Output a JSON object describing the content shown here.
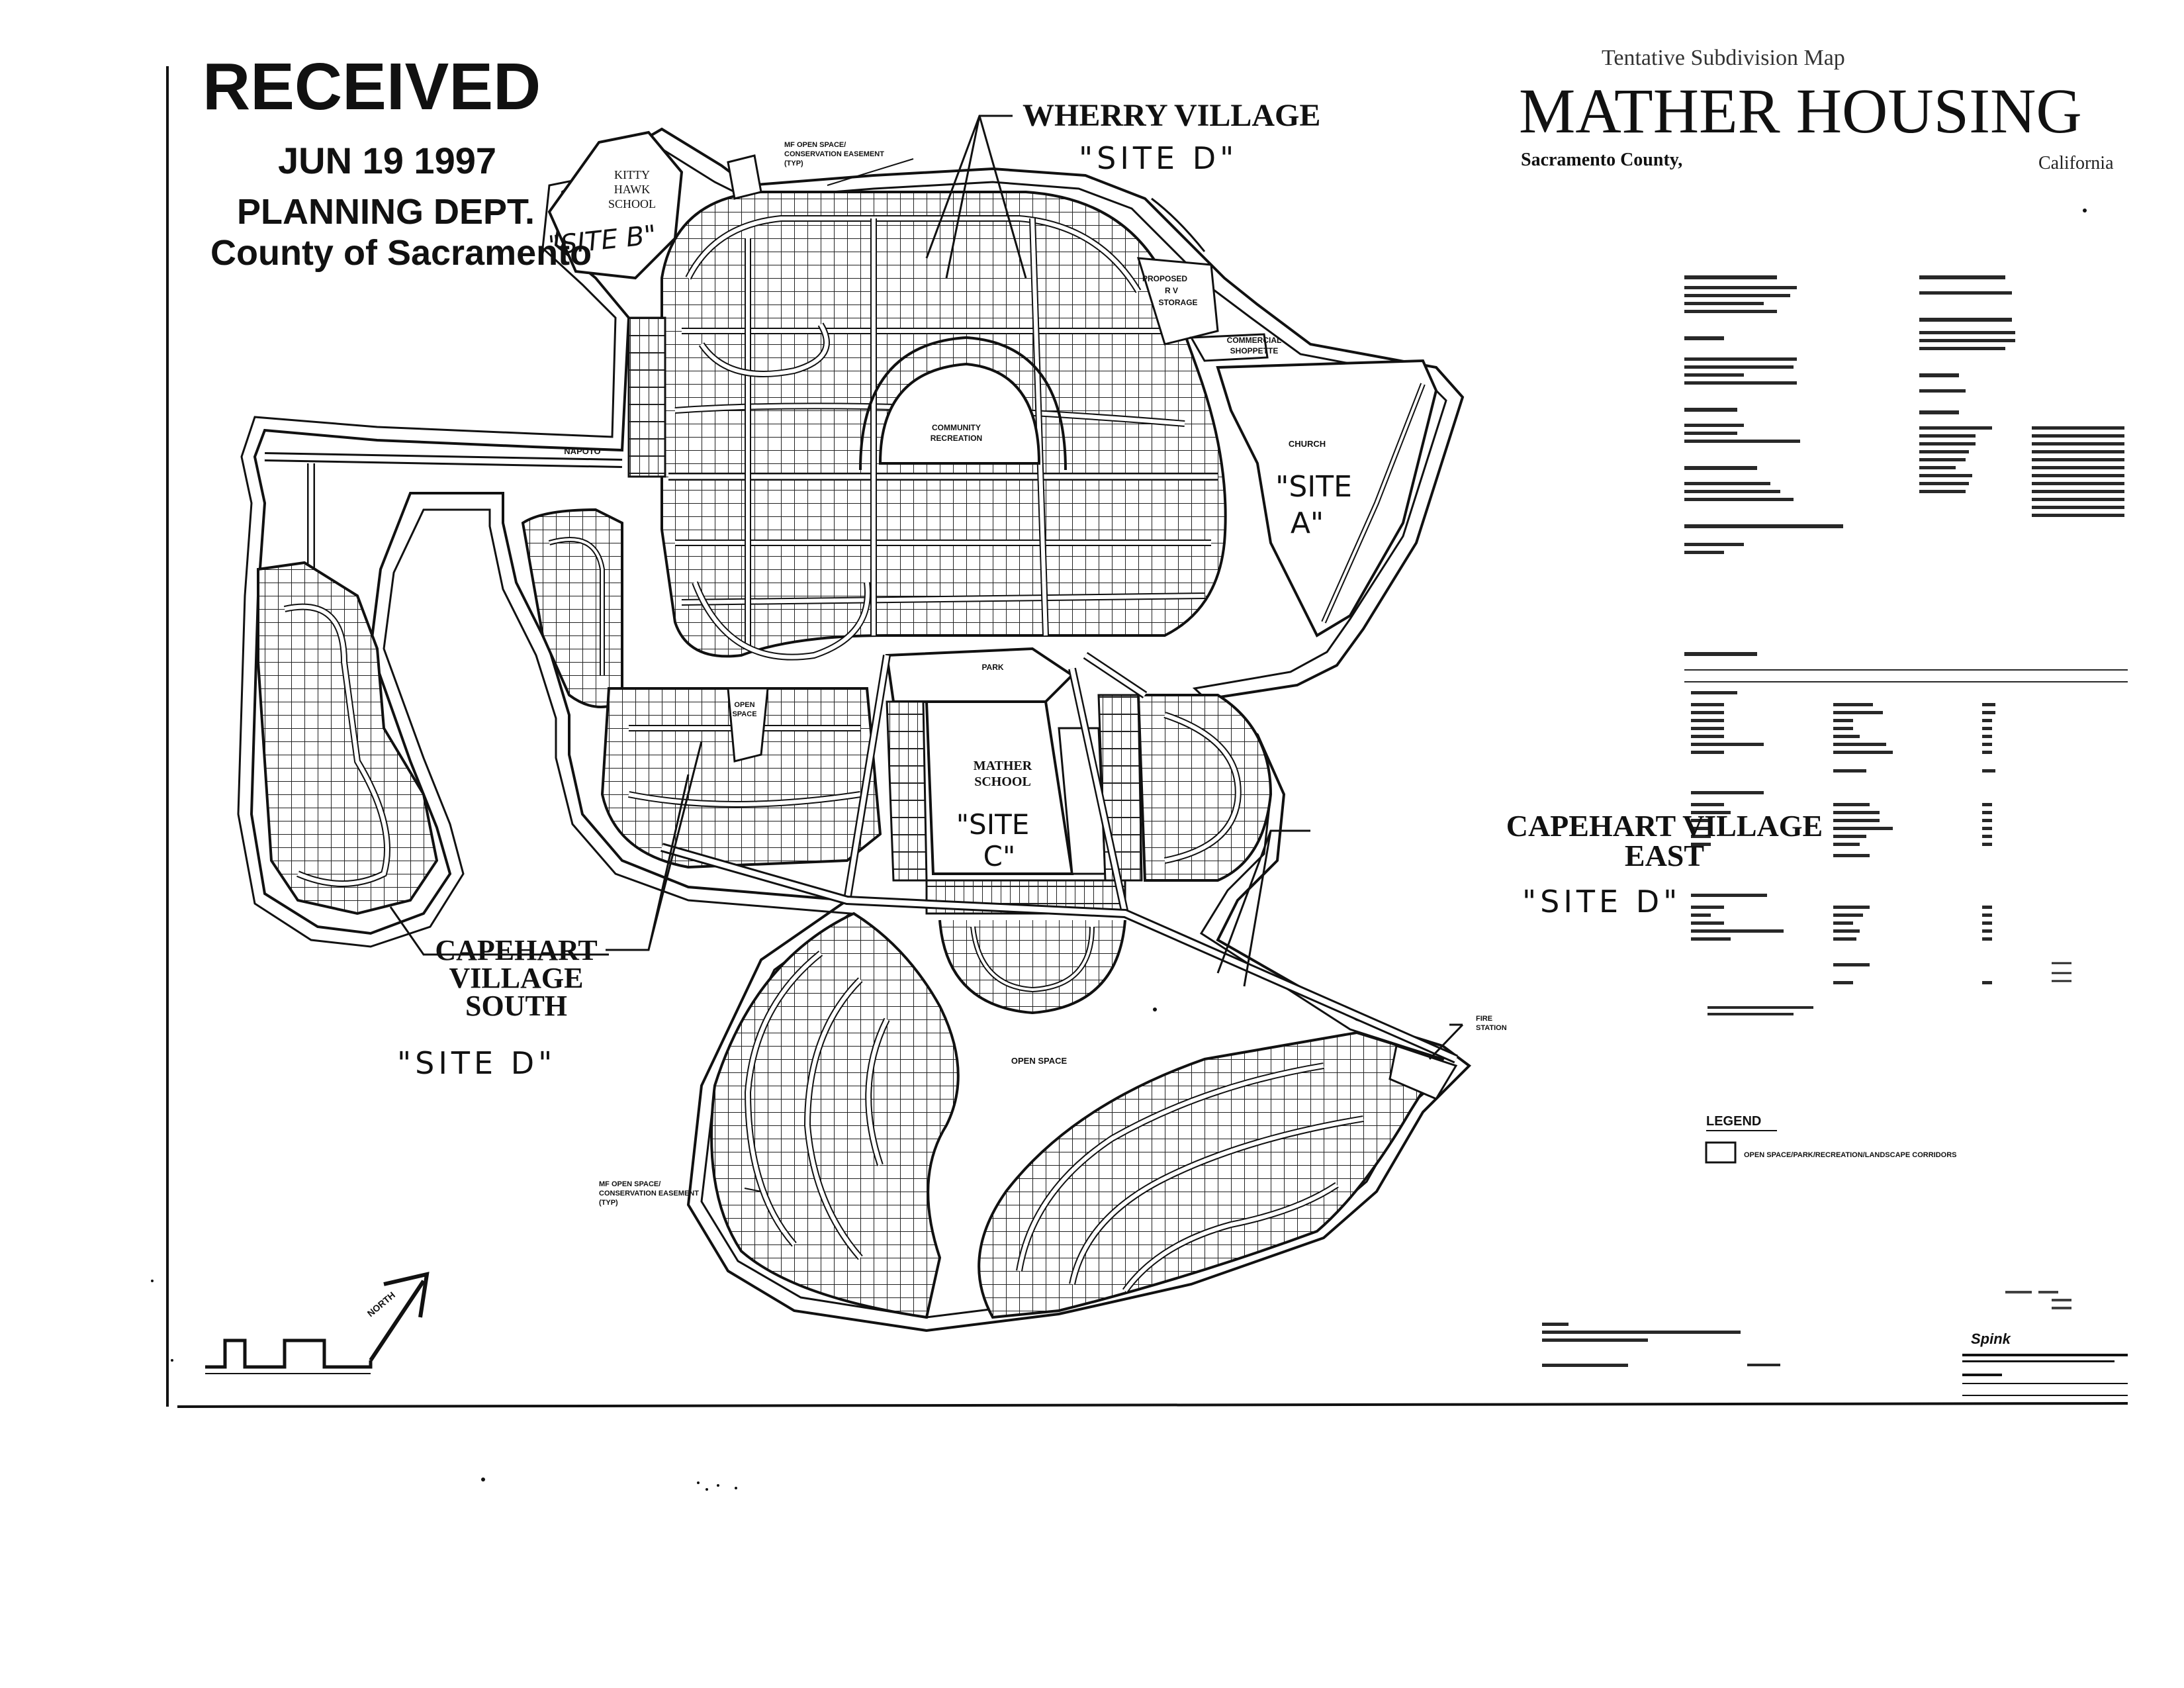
{
  "stamp": {
    "received": "RECEIVED",
    "date": "JUN 19 1997",
    "dept": "PLANNING DEPT.",
    "county": "County of Sacramento"
  },
  "title": {
    "subtitle": "Tentative Subdivision Map",
    "main": "MATHER HOUSING",
    "county": "Sacramento County,",
    "state": "California"
  },
  "labels": {
    "kitty_hawk": [
      "KITTY",
      "HAWK",
      "SCHOOL"
    ],
    "site_b": "\"SITE B\"",
    "wherry": "WHERRY VILLAGE",
    "wherry_site": "\"SITE D\"",
    "open_space_top": [
      "MF OPEN SPACE/",
      "CONSERVATION EASEMENT",
      "(TYP)"
    ],
    "proposed_rv": [
      "PROPOSED",
      "R V",
      "STORAGE"
    ],
    "commercial": [
      "COMMERCIAL",
      "SHOPPETTE"
    ],
    "church": "CHURCH",
    "site_a": [
      "\"SITE",
      "A\""
    ],
    "napoto": "NAPOTO",
    "community_rec": [
      "COMMUNITY",
      "RECREATION"
    ],
    "park": "PARK",
    "open_space_mid": [
      "OPEN",
      "SPACE"
    ],
    "mather_school": [
      "MATHER",
      "SCHOOL"
    ],
    "site_c": [
      "\"SITE",
      "C\""
    ],
    "capehart_east": [
      "CAPEHART VILLAGE",
      "EAST"
    ],
    "capehart_east_site": "\"SITE D\"",
    "capehart_south": [
      "CAPEHART",
      "VILLAGE",
      "SOUTH"
    ],
    "capehart_south_site": "\"SITE D\"",
    "open_space_bottom": "OPEN SPACE",
    "fire_station": [
      "FIRE",
      "STATION"
    ],
    "open_space_left": [
      "MF OPEN SPACE/",
      "CONSERVATION EASEMENT",
      "(TYP)"
    ],
    "north": "NORTH"
  },
  "legend": {
    "title": "LEGEND",
    "item": "OPEN SPACE/PARK/RECREATION/LANDSCAPE CORRIDORS"
  },
  "footer": {
    "firm": "Spink"
  },
  "colors": {
    "ink": "#111111",
    "paper": "#ffffff"
  }
}
